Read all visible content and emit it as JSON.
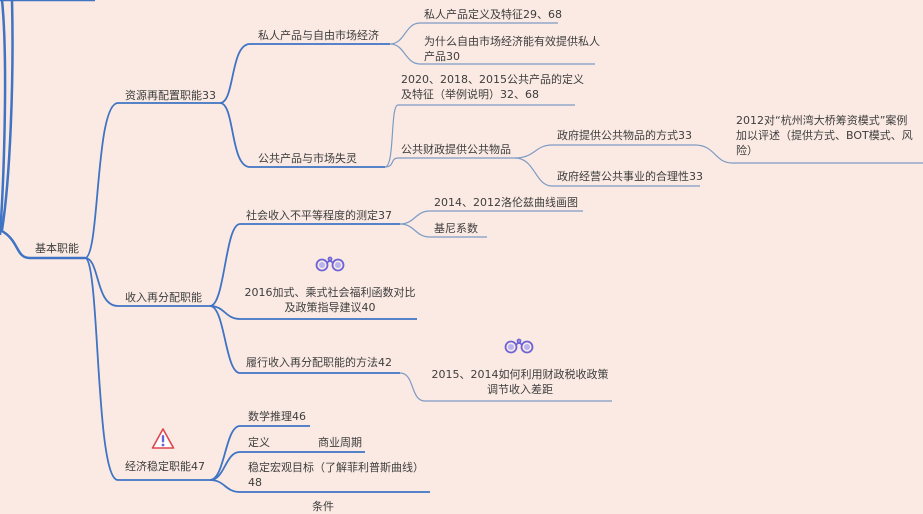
{
  "root": {
    "label": "基本职能"
  },
  "branches": {
    "allocation": {
      "label": "资源再配置职能33",
      "private": {
        "label": "私人产品与自由市场经济",
        "items": [
          "私人产品定义及特征29、68",
          "为什么自由市场经济能有效提供私人",
          "产品30"
        ]
      },
      "public": {
        "label": "公共产品与市场失灵",
        "def_line1": "2020、2018、2015公共产品的定义",
        "def_line2": "及特征（举例说明）32、68",
        "finance": {
          "label": "公共财政提供公共物品",
          "ways": "政府提供公共物品的方式33",
          "case_line1": "2012对“杭州湾大桥筹资模式”案例",
          "case_line2": "加以评述（提供方式、BOT模式、风",
          "case_line3": "险）",
          "rationality": "政府经营公共事业的合理性33"
        }
      }
    },
    "redistribution": {
      "label": "收入再分配职能",
      "measure": {
        "label": "社会收入不平等程度的测定37",
        "lorenz": "2014、2012洛伦兹曲线画图",
        "gini": "基尼系数"
      },
      "welfare_line1": "2016加式、乘式社会福利函数对比",
      "welfare_line2": "及政策指导建议40",
      "methods": {
        "label": "履行收入再分配职能的方法42",
        "tax_line1": "2015、2014如何利用财政税收政策",
        "tax_line2": "调节收入差距"
      }
    },
    "stabilization": {
      "label": "经济稳定职能47",
      "math": "数学推理46",
      "definition": "定义",
      "business_cycle": "商业周期",
      "goal_line1": "稳定宏观目标（了解菲利普斯曲线）",
      "goal_line2": "48",
      "conditions": "条件"
    }
  },
  "colors": {
    "background": "#fbeae3",
    "main_line": "#3f73c4",
    "sub_line": "#7d9bc4",
    "warning": "#e0454f",
    "binoculars": "#6c63d6"
  }
}
